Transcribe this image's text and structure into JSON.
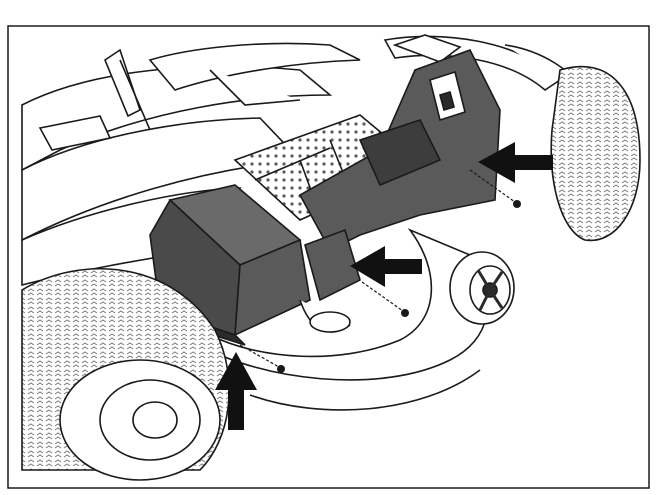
{
  "diagram": {
    "subject": "riding-mower-cover-removal",
    "palette": {
      "stroke": "#1a1a1a",
      "housing": "#5a5a5a",
      "housing_shadow": "#2b2b2b",
      "tread": "#8a8a8a",
      "arrow": "#111111",
      "paper": "#ffffff"
    },
    "callouts": [
      {
        "id": "arrow-right-screw",
        "direction": "left"
      },
      {
        "id": "arrow-center-screw",
        "direction": "left"
      },
      {
        "id": "arrow-front-screw",
        "direction": "up"
      }
    ]
  }
}
